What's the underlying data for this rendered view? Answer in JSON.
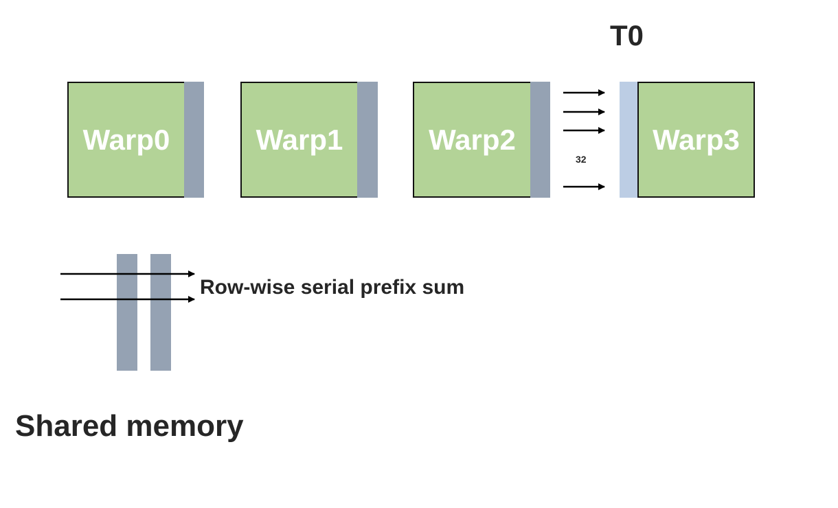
{
  "title": "T0",
  "warps": [
    {
      "label": "Warp0"
    },
    {
      "label": "Warp1"
    },
    {
      "label": "Warp2"
    },
    {
      "label": "Warp3"
    }
  ],
  "thread_count_label": "32",
  "row_label": "Row-wise serial prefix sum",
  "memory_label": "Shared memory",
  "colors": {
    "warp_fill": "#b3d397",
    "strip": "#95a2b3",
    "strip_light": "#bccde4",
    "text_dark": "#262626",
    "warp_text": "#ffffff"
  }
}
